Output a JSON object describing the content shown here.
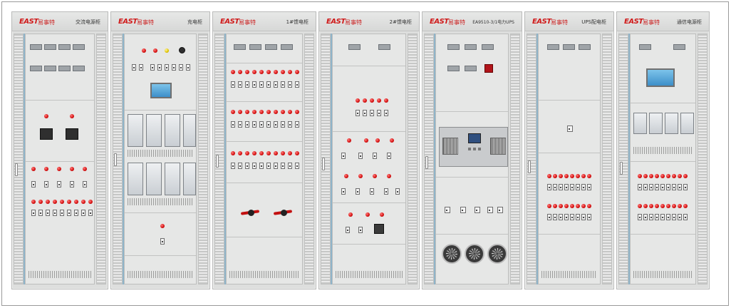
{
  "cabinets": [
    {
      "brand": "EAST",
      "brand_cn": "易事特",
      "title": "交流电源柜"
    },
    {
      "brand": "EAST",
      "brand_cn": "易事特",
      "title": "充电柜"
    },
    {
      "brand": "EAST",
      "brand_cn": "易事特",
      "title": "1#馈电柜"
    },
    {
      "brand": "EAST",
      "brand_cn": "易事特",
      "title": "2#馈电柜"
    },
    {
      "brand": "EAST",
      "brand_cn": "易事特",
      "title": "EA9510-3/1电力UPS"
    },
    {
      "brand": "EAST",
      "brand_cn": "易事特",
      "title": "UPS配电柜"
    },
    {
      "brand": "EAST",
      "brand_cn": "易事特",
      "title": "通信电源柜"
    }
  ],
  "colors": {
    "cabinet": "#dddedd",
    "lamp_red": "#d40f0f",
    "brand_red": "#d01a1a",
    "screen_blue": "#3d8fc9"
  },
  "icons": [
    "indicator-lamp",
    "circuit-breaker",
    "rotary-switch",
    "cooling-fan",
    "door-handle",
    "touch-screen"
  ]
}
